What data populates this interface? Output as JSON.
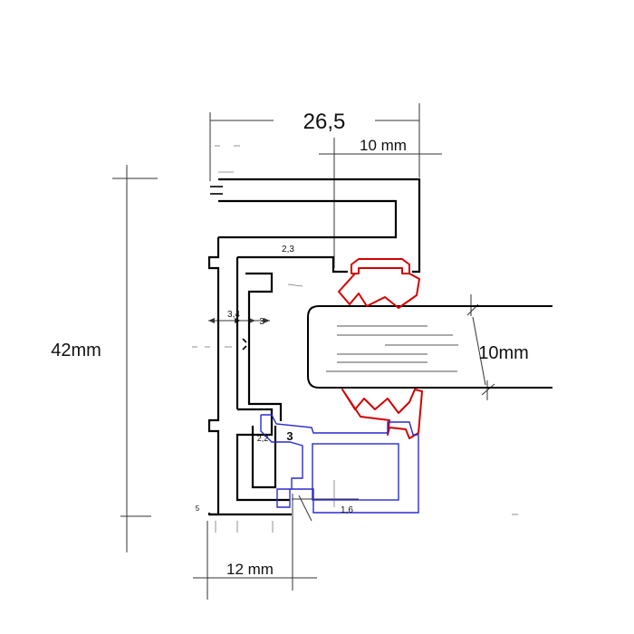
{
  "diagram": {
    "dims": {
      "top_width": "26,5",
      "top_inner": "10 mm",
      "height": "42mm",
      "glass_thickness": "10mm",
      "bottom_width": "12 mm",
      "d_2_3": "2,3",
      "d_3_4": "3,4",
      "d_3": "3",
      "d_2_2": "2,2",
      "d_3_blue": "3",
      "d_1_6": "1,6",
      "d_5": "5"
    },
    "colors": {
      "profile": "#000000",
      "gasket": "#d40000",
      "insert": "#2a2ad0"
    }
  }
}
